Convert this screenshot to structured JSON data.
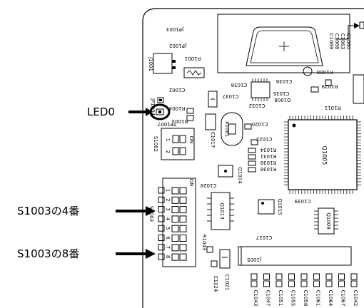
{
  "callouts": {
    "led": "LED0",
    "switch_4": "S1003の4番",
    "switch_8": "S1003の8番"
  },
  "silkscreen": {
    "jp1004": "JP1004",
    "jp1003": "JP1003",
    "jp1002": "JP1002",
    "j1001": "J1001",
    "r1001": "R1001",
    "c1060": "C1060",
    "c1063": "C1063",
    "c1068": "C1068",
    "c1069": "C1069",
    "r1008": "R1008",
    "r1029": "R1029",
    "c1036": "C1036",
    "c1035": "C1035",
    "c1038": "C1038",
    "c1037": "C1037",
    "q1008": "Q1008",
    "c1032": "C1032",
    "r1011": "R1011",
    "c1002": "C1002",
    "r1004": "R1004",
    "r1003": "R1003",
    "tp1007": "TP1007",
    "c1017": "C1017",
    "x1001": "X1001",
    "c1020": "C1020",
    "c1022": "C1022",
    "s1002": "S1002",
    "on": "ON",
    "r1034": "R1034",
    "r1031": "R1031",
    "r1038": "R1038",
    "r1036": "R1036",
    "q1005": "Q1005",
    "q1014": "Q1014",
    "s1003": "S1003",
    "c1028": "C1028",
    "q1013": "Q1013",
    "q1015": "Q1015",
    "c1039": "C1039",
    "q1009": "Q1009",
    "r1043": "R1043",
    "c1027": "C1027",
    "j1005": "J1005",
    "c1021": "C1021",
    "c1024": "C1024",
    "c1043": "C1043",
    "c1047": "C1047",
    "c1051": "C1051",
    "c1055": "C1055",
    "c1058": "C1058",
    "c1061": "C1061",
    "c1064": "C1064",
    "c1067": "C1067",
    "c1042": "C1042"
  },
  "switch_positions": [
    "1",
    "2",
    "3",
    "4",
    "5",
    "6",
    "7",
    "8"
  ],
  "switch2_positions": [
    "1",
    "2"
  ]
}
